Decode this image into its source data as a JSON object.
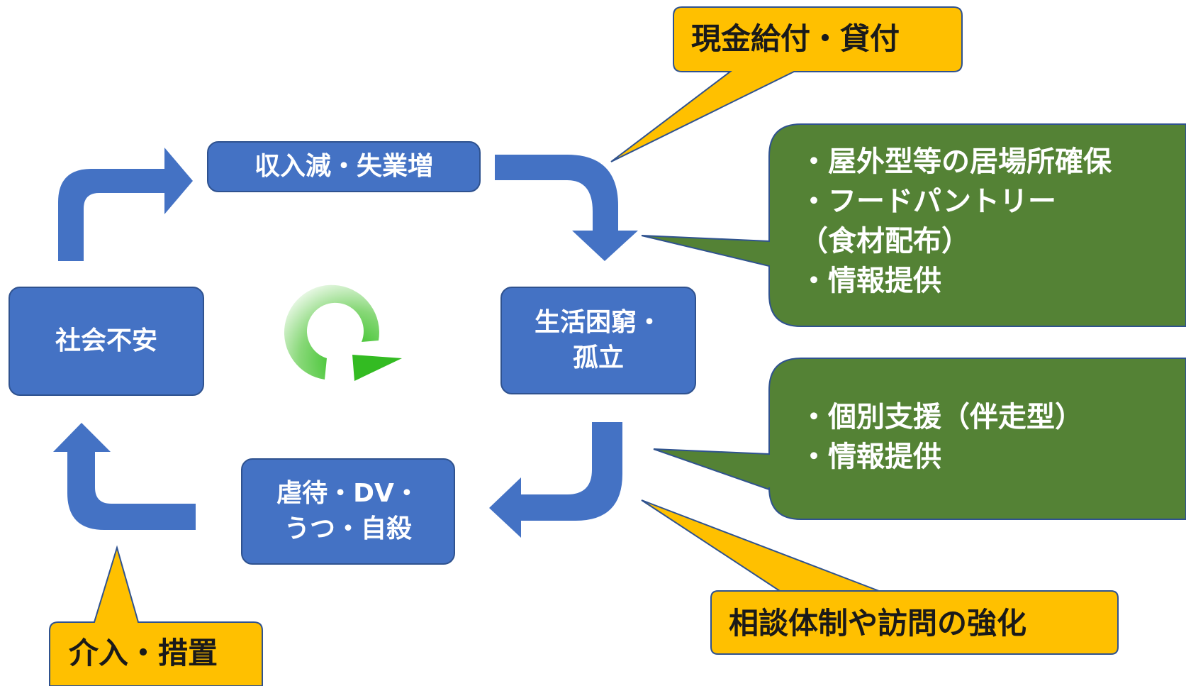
{
  "colors": {
    "node_fill": "#4472C4",
    "node_border": "#2F528F",
    "callout_yellow": "#FFC000",
    "callout_green": "#548235",
    "cycle_icon": "#33BB22"
  },
  "nodes": {
    "income": "収入減・失業増",
    "poverty": "生活困窮・\n孤立",
    "abuse": "虐待・DV・\nうつ・自殺",
    "anxiety": "社会不安"
  },
  "callouts": {
    "cash": "現金給付・貸付",
    "shelter": "・屋外型等の居場所確保\n・フードパントリー\n（食材配布）\n・情報提供",
    "support": "・個別支援（伴走型）\n・情報提供",
    "consult": "相談体制や訪問の強化",
    "intervention": "介入・措置"
  },
  "icons": {
    "cycle": "cycle-arrow-icon"
  }
}
